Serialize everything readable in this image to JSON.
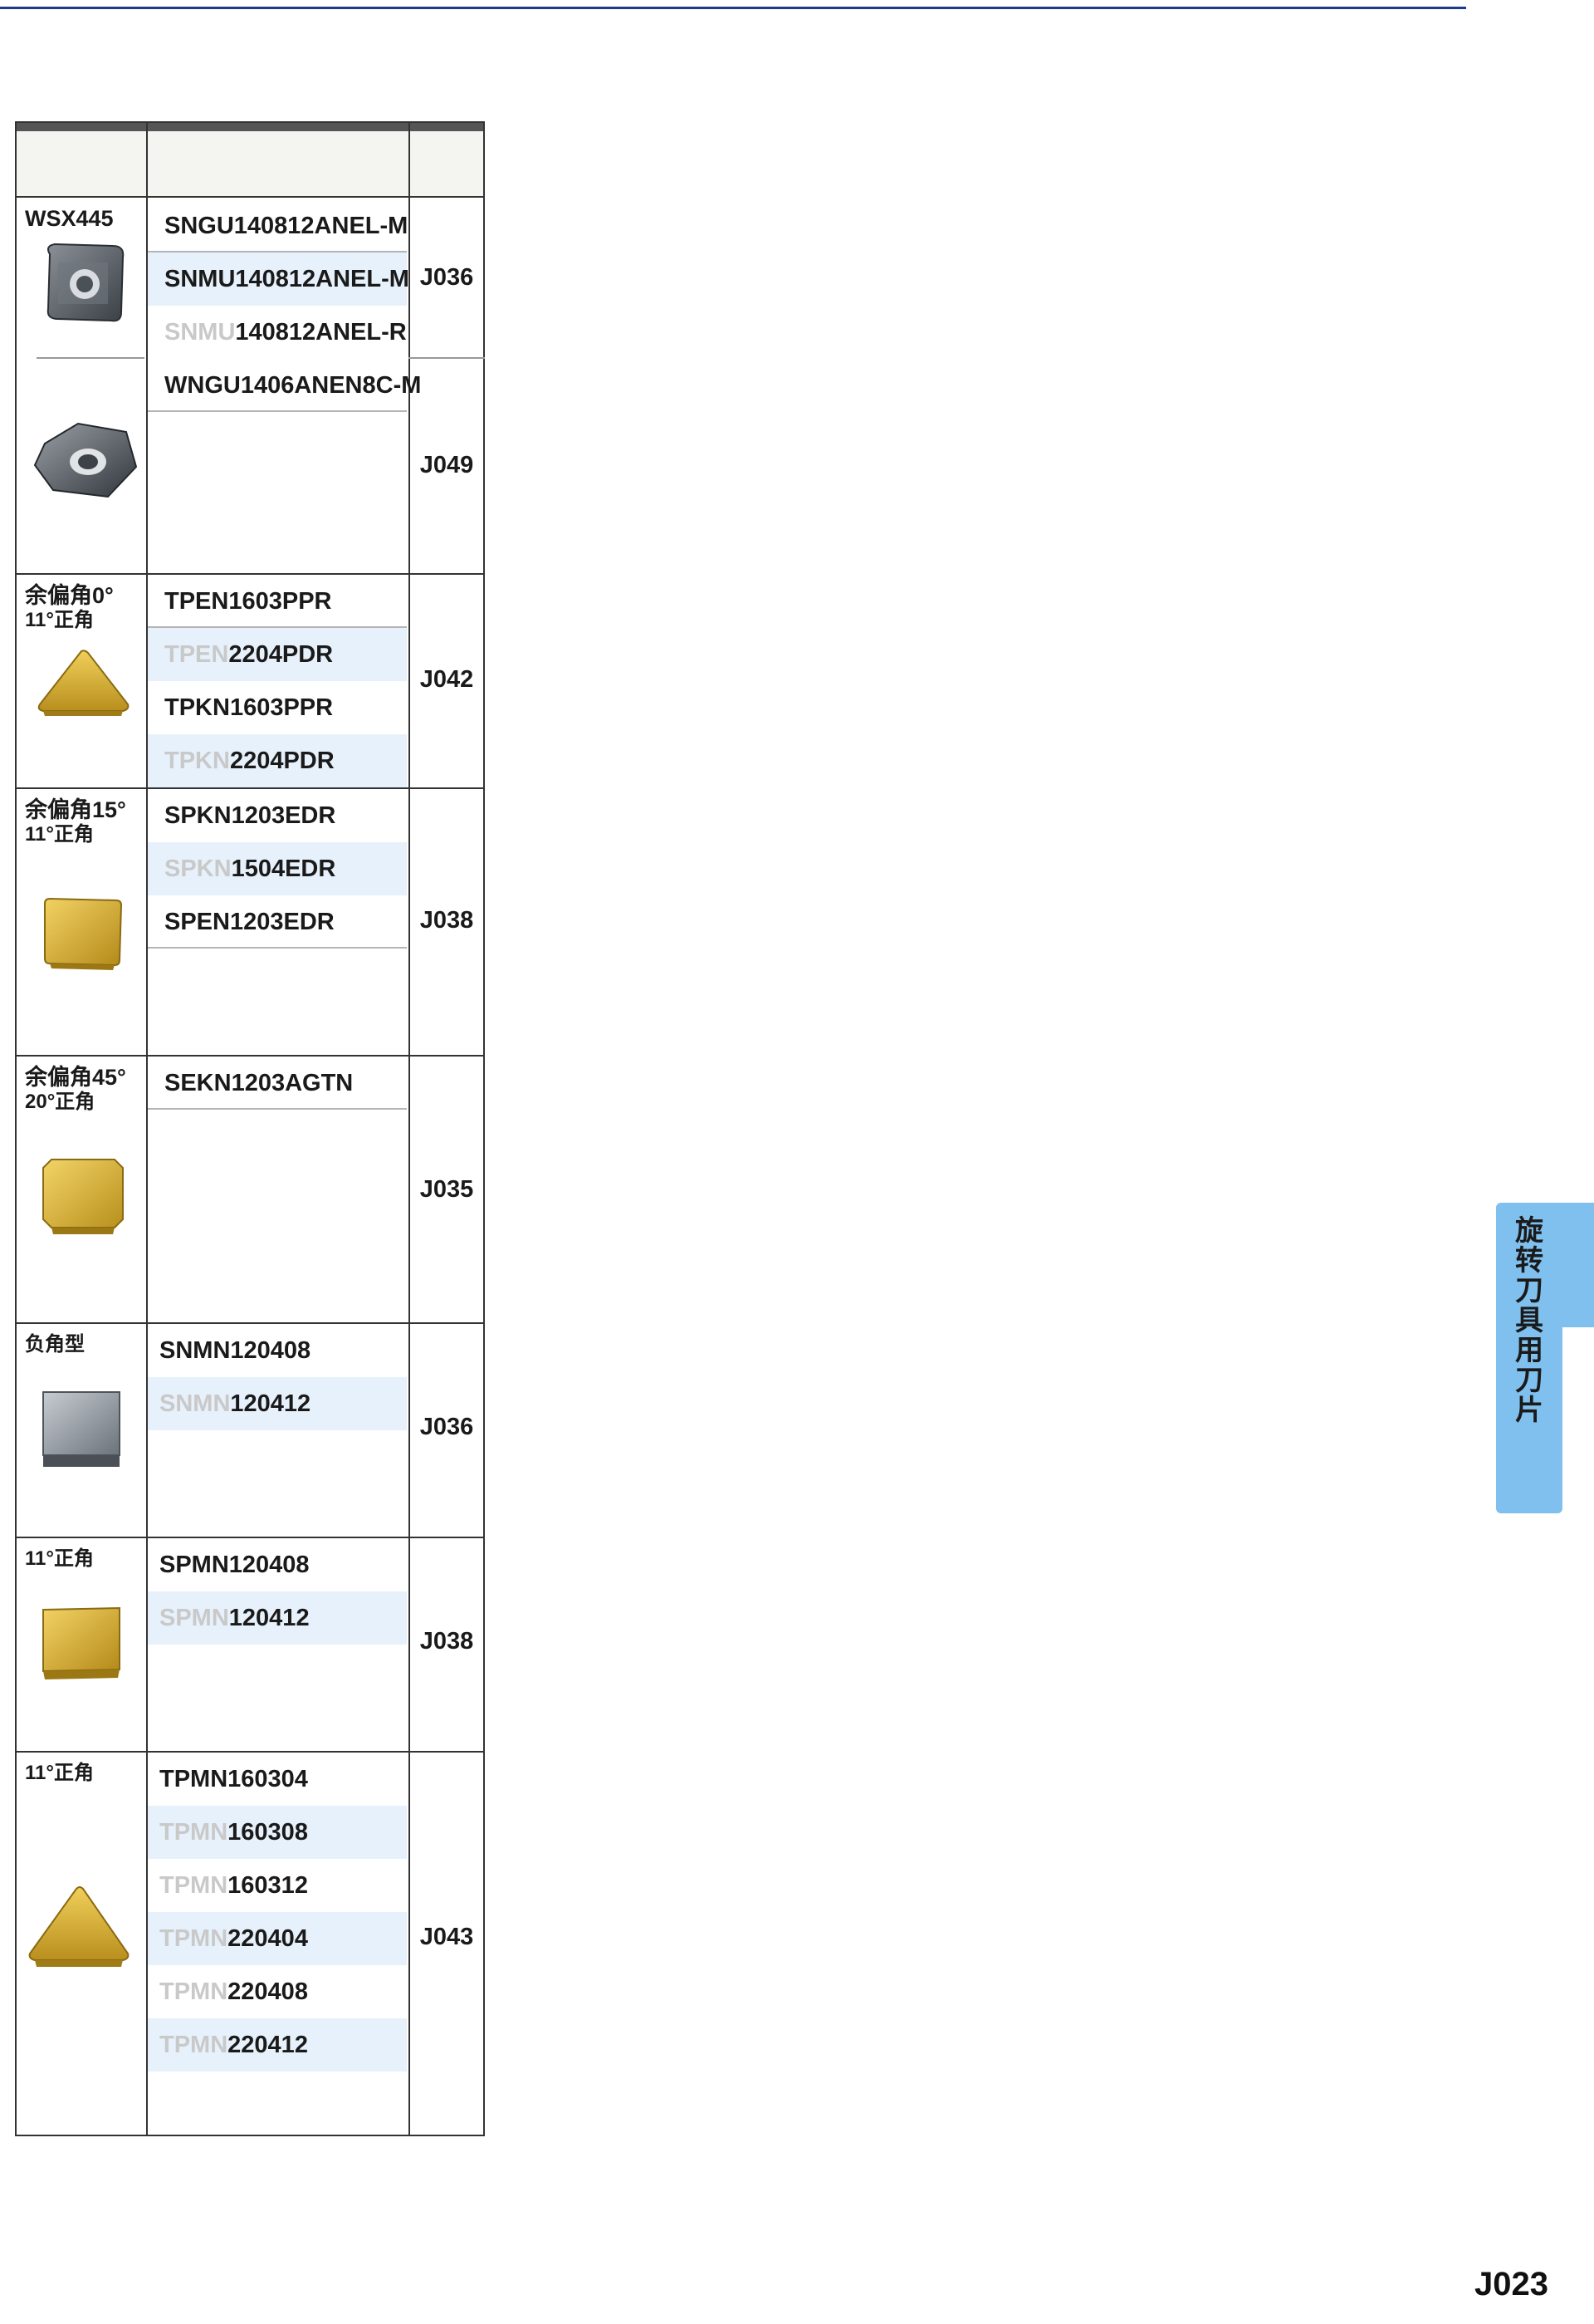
{
  "side_tab": {
    "label": "旋转刀具用刀片"
  },
  "page_number": "J023",
  "sections": [
    {
      "label_line1": "WSX445",
      "label_line2": "",
      "ref": "J036",
      "rows": [
        {
          "prefix": "",
          "code": "SNGU140812ANEL-M"
        },
        {
          "prefix": "",
          "code": "SNMU140812ANEL-M"
        },
        {
          "prefix": "SNMU",
          "code": "140812ANEL-R"
        }
      ]
    },
    {
      "label_line1": "",
      "label_line2": "",
      "ref": "J049",
      "rows": [
        {
          "prefix": "",
          "code": "WNGU1406ANEN8C-M"
        }
      ]
    },
    {
      "label_line1": "余偏角0°",
      "label_line2": "11°正角",
      "ref": "J042",
      "rows": [
        {
          "prefix": "",
          "code": "TPEN1603PPR"
        },
        {
          "prefix": "TPEN",
          "code": "2204PDR"
        },
        {
          "prefix": "",
          "code": "TPKN1603PPR"
        },
        {
          "prefix": "TPKN",
          "code": "2204PDR"
        }
      ]
    },
    {
      "label_line1": "余偏角15°",
      "label_line2": "11°正角",
      "ref": "J038",
      "rows": [
        {
          "prefix": "",
          "code": "SPKN1203EDR"
        },
        {
          "prefix": "SPKN",
          "code": "1504EDR"
        },
        {
          "prefix": "",
          "code": "SPEN1203EDR"
        }
      ]
    },
    {
      "label_line1": "余偏角45°",
      "label_line2": "20°正角",
      "ref": "J035",
      "rows": [
        {
          "prefix": "",
          "code": "SEKN1203AGTN"
        }
      ]
    },
    {
      "label_line1": "负角型",
      "label_line2": "",
      "ref": "J036",
      "rows": [
        {
          "prefix": "",
          "code": "SNMN120408"
        },
        {
          "prefix": "SNMN",
          "code": "120412"
        }
      ]
    },
    {
      "label_line1": "11°正角",
      "label_line2": "",
      "ref": "J038",
      "rows": [
        {
          "prefix": "",
          "code": "SPMN120408"
        },
        {
          "prefix": "SPMN",
          "code": "120412"
        }
      ]
    },
    {
      "label_line1": "11°正角",
      "label_line2": "",
      "ref": "J043",
      "rows": [
        {
          "prefix": "",
          "code": "TPMN160304"
        },
        {
          "prefix": "TPMN",
          "code": "160308"
        },
        {
          "prefix": "TPMN",
          "code": "160312"
        },
        {
          "prefix": "TPMN",
          "code": "220404"
        },
        {
          "prefix": "TPMN",
          "code": "220408"
        },
        {
          "prefix": "TPMN",
          "code": "220412"
        }
      ]
    }
  ]
}
